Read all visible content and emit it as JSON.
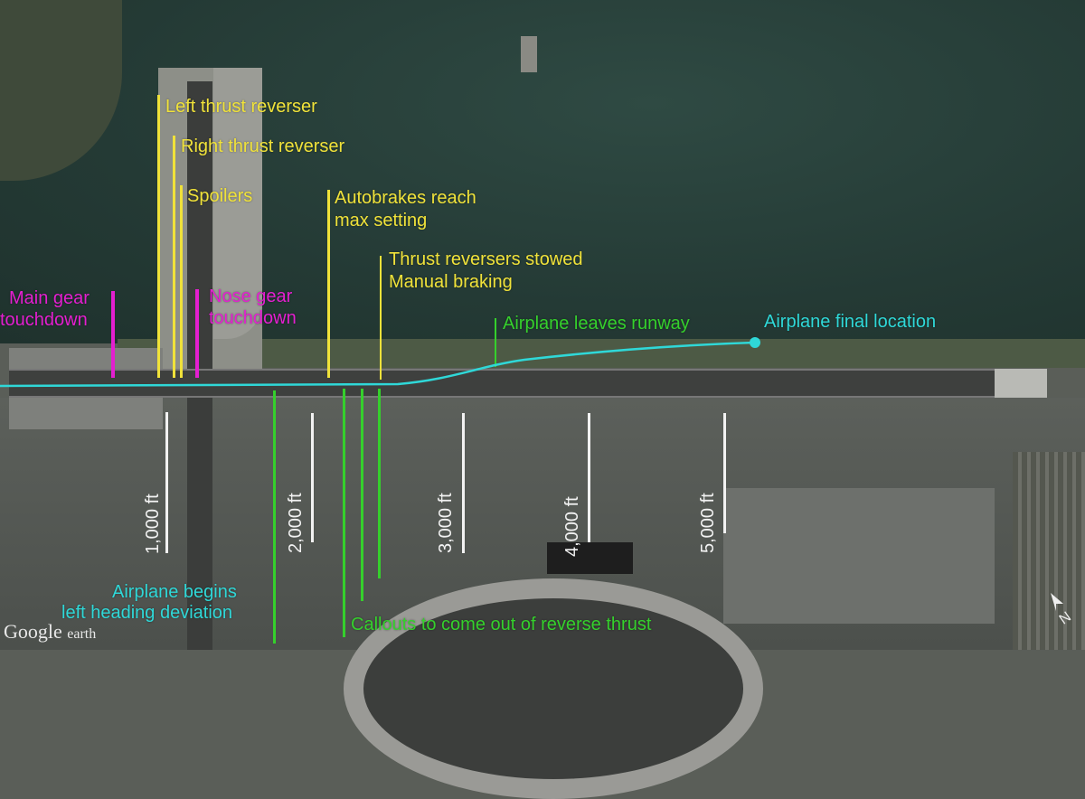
{
  "annotations": {
    "left_thrust_reverser": "Left thrust reverser",
    "right_thrust_reverser": "Right thrust reverser",
    "spoilers": "Spoilers",
    "autobrakes_line1": "Autobrakes reach",
    "autobrakes_line2": "max setting",
    "stowed_line1": "Thrust reversers stowed",
    "stowed_line2": "Manual braking",
    "main_gear_line1": "Main gear",
    "main_gear_line2": "touchdown",
    "nose_gear_line1": "Nose gear",
    "nose_gear_line2": "touchdown",
    "leaves_runway": "Airplane leaves runway",
    "final_location": "Airplane final location",
    "heading_line1": "Airplane begins",
    "heading_line2": "left heading deviation",
    "callouts": "Callouts to come out of reverse thrust"
  },
  "distance_markers": [
    "1,000 ft",
    "2,000 ft",
    "3,000 ft",
    "4,000 ft",
    "5,000 ft"
  ],
  "logo": {
    "brand": "Google",
    "product": "earth"
  },
  "compass": "N",
  "colors": {
    "events": "#f0e23a",
    "gear": "#e41fd0",
    "callouts": "#35d02c",
    "path": "#2fd8d8",
    "distance": "#f2f2f2"
  }
}
